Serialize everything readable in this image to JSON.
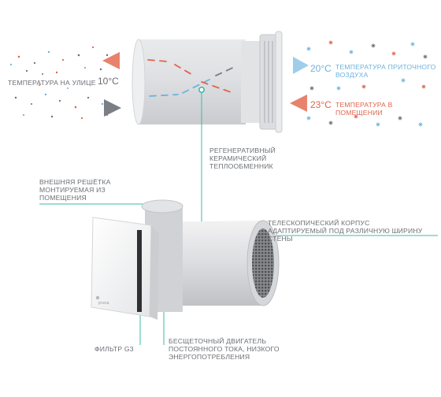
{
  "outdoor": {
    "label": "ТЕМПЕРАТУРА НА УЛИЦЕ",
    "temp": "10°C"
  },
  "supply": {
    "temp": "20°C",
    "label": "ТЕМПЕРАТУРА ПРИТОЧНОГО\nВОЗДУХА"
  },
  "indoor": {
    "temp": "23°C",
    "label": "ТЕМПЕРАТУРА В ПОМЕЩЕНИИ"
  },
  "callouts": {
    "heat_exchanger": "РЕГЕНЕРАТИВНЫЙ\nКЕРАМИЧЕСКИЙ\nТЕПЛООБМЕННИК",
    "outer_grille": "ВНЕШНЯЯ РЕШЁТКА\nМОНТИРУЕМАЯ ИЗ\nПОМЕЩЕНИЯ",
    "telescopic_body": "ТЕЛЕСКОПИЧЕСКИЙ КОРПУС\nАДАПТИРУЕМЫЙ ПОД РАЗЛИЧНУЮ ШИРИНУ СТЕНЫ",
    "filter": "ФИЛЬТР G3",
    "motor": "БЕСЩЕТОЧНЫЙ ДВИГАТЕЛЬ\nПОСТОЯННОГО ТОКА, НИЗКОГО\nЭНЕРГОПОТРЕБЛЕНИЯ"
  },
  "brand_mark": "prana",
  "colors": {
    "callout_line": "#3fb9a6",
    "warm": "#e0634c",
    "cool": "#6db3dc",
    "text": "#6b6e73"
  }
}
